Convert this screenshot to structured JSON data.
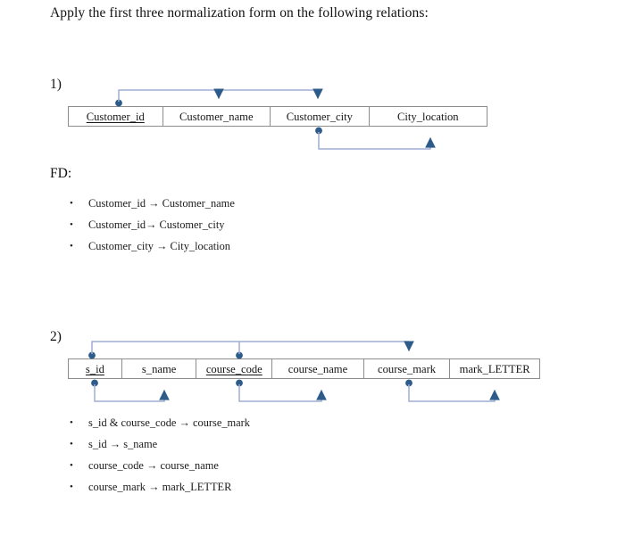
{
  "document": {
    "title": "Apply the first three normalization form on the following relations:"
  },
  "sections": [
    {
      "number": "1)",
      "relation": {
        "name": "customer-relation",
        "attributes": [
          {
            "label": "Customer_id",
            "key": true
          },
          {
            "label": "Customer_name",
            "key": false
          },
          {
            "label": "Customer_city",
            "key": false
          },
          {
            "label": "City_location",
            "key": false
          }
        ]
      },
      "fd_heading": "FD:",
      "dependencies": [
        "Customer_id → Customer_name",
        "Customer_id→ Customer_city",
        "Customer_city → City_location"
      ]
    },
    {
      "number": "2)",
      "relation": {
        "name": "student-course-relation",
        "attributes": [
          {
            "label": "s_id",
            "key": true
          },
          {
            "label": "s_name",
            "key": false
          },
          {
            "label": "course_code",
            "key": true
          },
          {
            "label": "course_name",
            "key": false
          },
          {
            "label": "course_mark",
            "key": false
          },
          {
            "label": "mark_LETTER",
            "key": false
          }
        ]
      },
      "fd_heading": "",
      "dependencies": [
        "s_id & course_code → course_mark",
        "s_id → s_name",
        "course_code → course_name",
        "course_mark → mark_LETTER"
      ]
    }
  ],
  "colors": {
    "connector_line": "#9dadd4",
    "connector_marker": "#2e5c8a",
    "table_border": "#8d8d8d",
    "text": "#161616",
    "page_background": "#ffffff"
  }
}
